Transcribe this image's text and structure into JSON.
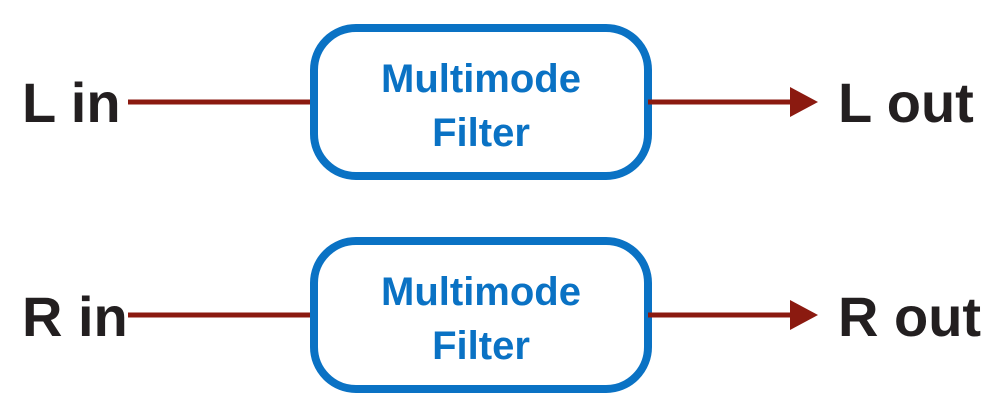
{
  "colors": {
    "wire": "#8b1a10",
    "box_border": "#0a72c4",
    "box_text": "#0a72c4",
    "io_text": "#231f20"
  },
  "channels": [
    {
      "input_label": "L in",
      "block_line1": "Multimode",
      "block_line2": "Filter",
      "output_label": "L out"
    },
    {
      "input_label": "R in",
      "block_line1": "Multimode",
      "block_line2": "Filter",
      "output_label": "R out"
    }
  ]
}
